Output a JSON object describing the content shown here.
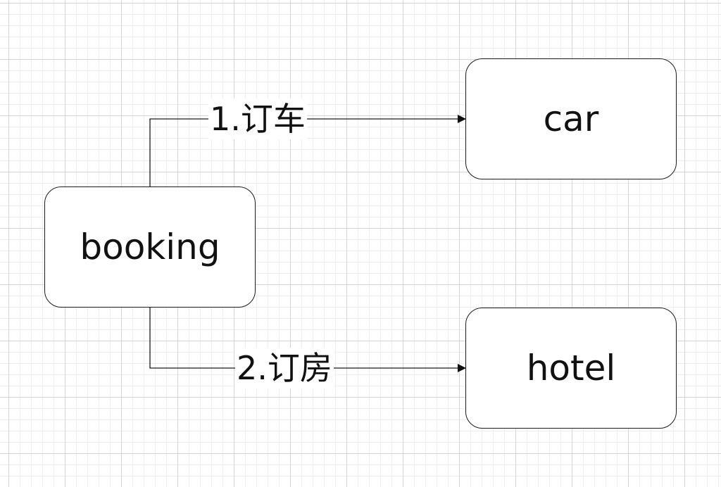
{
  "diagram": {
    "nodes": {
      "booking": {
        "label": "booking"
      },
      "car": {
        "label": "car"
      },
      "hotel": {
        "label": "hotel"
      }
    },
    "edges": [
      {
        "from": "booking",
        "to": "car",
        "label": "1.订车"
      },
      {
        "from": "booking",
        "to": "hotel",
        "label": "2.订房"
      }
    ]
  }
}
